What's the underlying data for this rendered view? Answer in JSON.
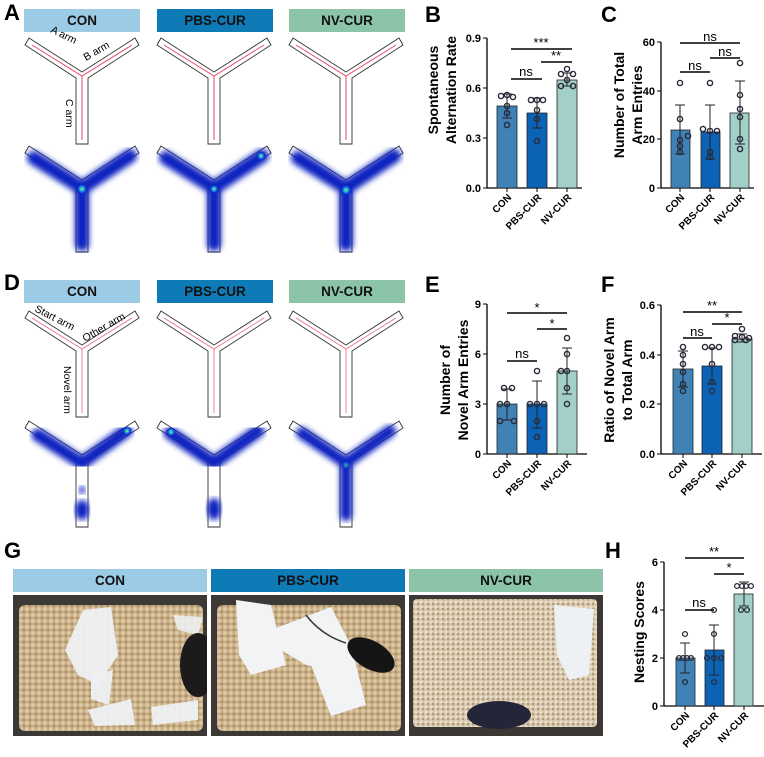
{
  "groups": [
    "CON",
    "PBS-CUR",
    "NV-CUR"
  ],
  "colors": {
    "con_header": "#9ccbe6",
    "pbs_header": "#0e7bb7",
    "nv_header": "#8cc4aa",
    "con_bar": "#3f82b6",
    "pbs_bar": "#0c62b4",
    "nv_bar": "#a2d0c8"
  },
  "panels": {
    "A": {
      "letter": "A",
      "arm_labels": [
        "A arm",
        "B arm",
        "C arm"
      ]
    },
    "B": {
      "letter": "B"
    },
    "C": {
      "letter": "C"
    },
    "D": {
      "letter": "D",
      "arm_labels": [
        "Start arm",
        "Other arm",
        "Novel arm"
      ]
    },
    "E": {
      "letter": "E"
    },
    "F": {
      "letter": "F"
    },
    "G": {
      "letter": "G"
    },
    "H": {
      "letter": "H"
    }
  },
  "chart_data": [
    {
      "panel": "B",
      "type": "bar",
      "title": "",
      "xlabel": "",
      "ylabel": "Spontaneous Alternation Rate",
      "categories": [
        "CON",
        "PBS-CUR",
        "NV-CUR"
      ],
      "values": [
        0.49,
        0.45,
        0.65
      ],
      "error": [
        0.07,
        0.09,
        0.04
      ],
      "points": [
        [
          0.56,
          0.55,
          0.53,
          0.47,
          0.42,
          0.38
        ],
        [
          0.53,
          0.53,
          0.52,
          0.47,
          0.41,
          0.28
        ],
        [
          0.71,
          0.68,
          0.66,
          0.62,
          0.61,
          0.62
        ]
      ],
      "ylim": [
        0,
        0.9
      ],
      "yticks": [
        "0.0",
        "0.3",
        "0.6",
        "0.9"
      ],
      "significance": [
        {
          "from": "CON",
          "to": "PBS-CUR",
          "label": "ns"
        },
        {
          "from": "PBS-CUR",
          "to": "NV-CUR",
          "label": "**"
        },
        {
          "from": "CON",
          "to": "NV-CUR",
          "label": "***"
        }
      ]
    },
    {
      "panel": "C",
      "type": "bar",
      "title": "",
      "xlabel": "",
      "ylabel": "Number of Total Arm Entries",
      "categories": [
        "CON",
        "PBS-CUR",
        "NV-CUR"
      ],
      "values": [
        24,
        23,
        31
      ],
      "error": [
        10,
        11,
        13
      ],
      "points": [
        [
          43,
          28,
          21,
          20,
          17,
          15
        ],
        [
          43,
          24,
          23,
          23,
          15,
          13
        ],
        [
          51,
          38,
          32,
          28,
          20,
          16
        ]
      ],
      "ylim": [
        0,
        60
      ],
      "yticks": [
        "0",
        "20",
        "40",
        "60"
      ],
      "significance": [
        {
          "from": "CON",
          "to": "PBS-CUR",
          "label": "ns"
        },
        {
          "from": "PBS-CUR",
          "to": "NV-CUR",
          "label": "ns"
        },
        {
          "from": "CON",
          "to": "NV-CUR",
          "label": "ns"
        }
      ]
    },
    {
      "panel": "E",
      "type": "bar",
      "title": "",
      "xlabel": "",
      "ylabel": "Number of Novel Arm Entries",
      "categories": [
        "CON",
        "PBS-CUR",
        "NV-CUR"
      ],
      "values": [
        3,
        3,
        5
      ],
      "error": [
        0.9,
        1.4,
        1.4
      ],
      "points": [
        [
          4,
          4,
          3,
          3,
          2,
          2
        ],
        [
          5,
          3,
          3,
          3,
          2,
          1
        ],
        [
          7,
          6,
          5,
          5,
          4,
          3
        ]
      ],
      "ylim": [
        0,
        9
      ],
      "yticks": [
        "0",
        "3",
        "6",
        "9"
      ],
      "significance": [
        {
          "from": "CON",
          "to": "PBS-CUR",
          "label": "ns"
        },
        {
          "from": "PBS-CUR",
          "to": "NV-CUR",
          "label": "*"
        },
        {
          "from": "CON",
          "to": "NV-CUR",
          "label": "*"
        }
      ]
    },
    {
      "panel": "F",
      "type": "bar",
      "title": "",
      "xlabel": "",
      "ylabel": "Ratio of Novel Arm to Total Arm",
      "categories": [
        "CON",
        "PBS-CUR",
        "NV-CUR"
      ],
      "values": [
        0.34,
        0.35,
        0.46
      ],
      "error": [
        0.07,
        0.07,
        0.015
      ],
      "points": [
        [
          0.43,
          0.4,
          0.36,
          0.33,
          0.28,
          0.25
        ],
        [
          0.43,
          0.43,
          0.42,
          0.36,
          0.29,
          0.25
        ],
        [
          0.5,
          0.47,
          0.46,
          0.46,
          0.45,
          0.45
        ]
      ],
      "ylim": [
        0,
        0.6
      ],
      "yticks": [
        "0.0",
        "0.2",
        "0.4",
        "0.6"
      ],
      "significance": [
        {
          "from": "CON",
          "to": "PBS-CUR",
          "label": "ns"
        },
        {
          "from": "PBS-CUR",
          "to": "NV-CUR",
          "label": "*"
        },
        {
          "from": "CON",
          "to": "NV-CUR",
          "label": "**"
        }
      ]
    },
    {
      "panel": "H",
      "type": "bar",
      "title": "",
      "xlabel": "",
      "ylabel": "Nesting Scores",
      "categories": [
        "CON",
        "PBS-CUR",
        "NV-CUR"
      ],
      "values": [
        2.0,
        2.33,
        4.67
      ],
      "error": [
        0.63,
        1.03,
        0.52
      ],
      "points": [
        [
          3,
          2,
          2,
          2,
          2,
          1
        ],
        [
          4,
          3,
          2,
          2,
          2,
          1
        ],
        [
          5,
          5,
          5,
          5,
          4,
          4
        ]
      ],
      "ylim": [
        0,
        6
      ],
      "yticks": [
        "0",
        "2",
        "4",
        "6"
      ],
      "significance": [
        {
          "from": "CON",
          "to": "PBS-CUR",
          "label": "ns"
        },
        {
          "from": "PBS-CUR",
          "to": "NV-CUR",
          "label": "*"
        },
        {
          "from": "CON",
          "to": "NV-CUR",
          "label": "**"
        }
      ]
    }
  ]
}
